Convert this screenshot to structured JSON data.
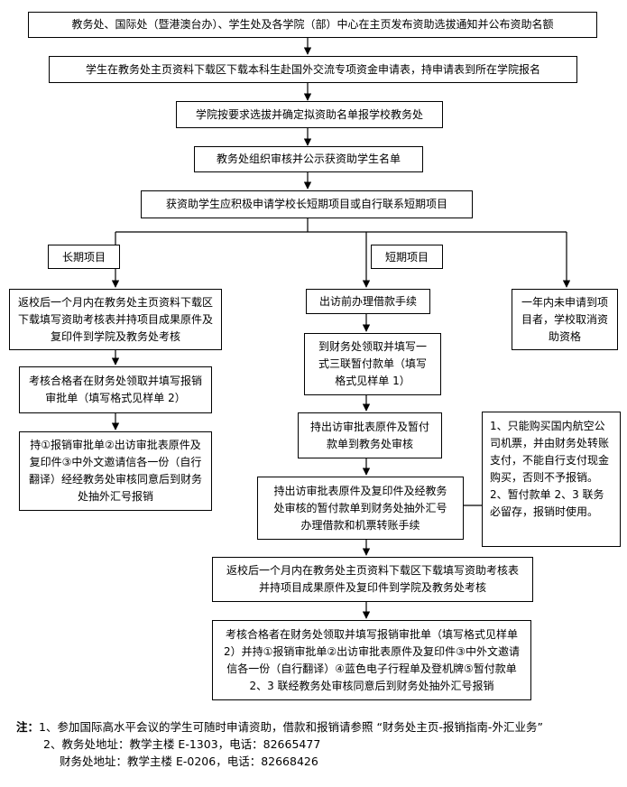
{
  "steps": {
    "s1": "教务处、国际处（暨港澳台办）、学生处及各学院（部）中心在主页发布资助选拔通知并公布资助名额",
    "s2": "学生在教务处主页资料下载区下载本科生赴国外交流专项资金申请表，持申请表到所在学院报名",
    "s3": "学院按要求选拔并确定拟资助名单报学校教务处",
    "s4": "教务处组织审核并公示获资助学生名单",
    "s5": "获资助学生应积极申请学校长短期项目或自行联系短期项目"
  },
  "branches": {
    "long_label": "长期项目",
    "short_label": "短期项目"
  },
  "long": {
    "l1": "返校后一个月内在教务处主页资料下载区下载填写资助考核表并持项目成果原件及复印件到学院及教务处考核",
    "l2": "考核合格者在财务处领取并填写报销审批单（填写格式见样单 2）",
    "l3": "持①报销审批单②出访审批表原件及复印件③中外文邀请信各一份（自行翻译）经经教务处审核同意后到财务处抽外汇号报销"
  },
  "short": {
    "s1": "出访前办理借款手续",
    "s2": "到财务处领取并填写一式三联暂付款单（填写格式见样单 1）",
    "s3": "持出访审批表原件及暂付款单到教务处审核",
    "s4": "持出访审批表原件及复印件及经教务处审核的暂付款单到财务处抽外汇号办理借款和机票转账手续",
    "s5": "返校后一个月内在教务处主页资料下载区下载填写资助考核表并持项目成果原件及复印件到学院及教务处考核",
    "s6": "考核合格者在财务处领取并填写报销审批单（填写格式见样单 2）并持①报销审批单②出访审批表原件及复印件③中外文邀请信各一份（自行翻译）④蓝色电子行程单及登机牌⑤暂付款单 2、3 联经教务处审核同意后到财务处抽外汇号报销"
  },
  "cancel": "一年内未申请到项目者，学校取消资助资格",
  "side_note": {
    "n1": "1、只能购买国内航空公司机票，并由财务处转账支付，不能自行支付现金购买，否则不予报销。",
    "n2": "2、暂付款单 2、3 联务必留存，报销时使用。"
  },
  "notes": {
    "prefix": "注：",
    "n1": "1、参加国际高水平会议的学生可随时申请资助，借款和报销请参照 “财务处主页-报销指南-外汇业务”",
    "n2": "2、教务处地址：教学主楼 E-1303，电话：82665477",
    "n3": "财务处地址：教学主楼 E-0206，电话：82668426"
  }
}
